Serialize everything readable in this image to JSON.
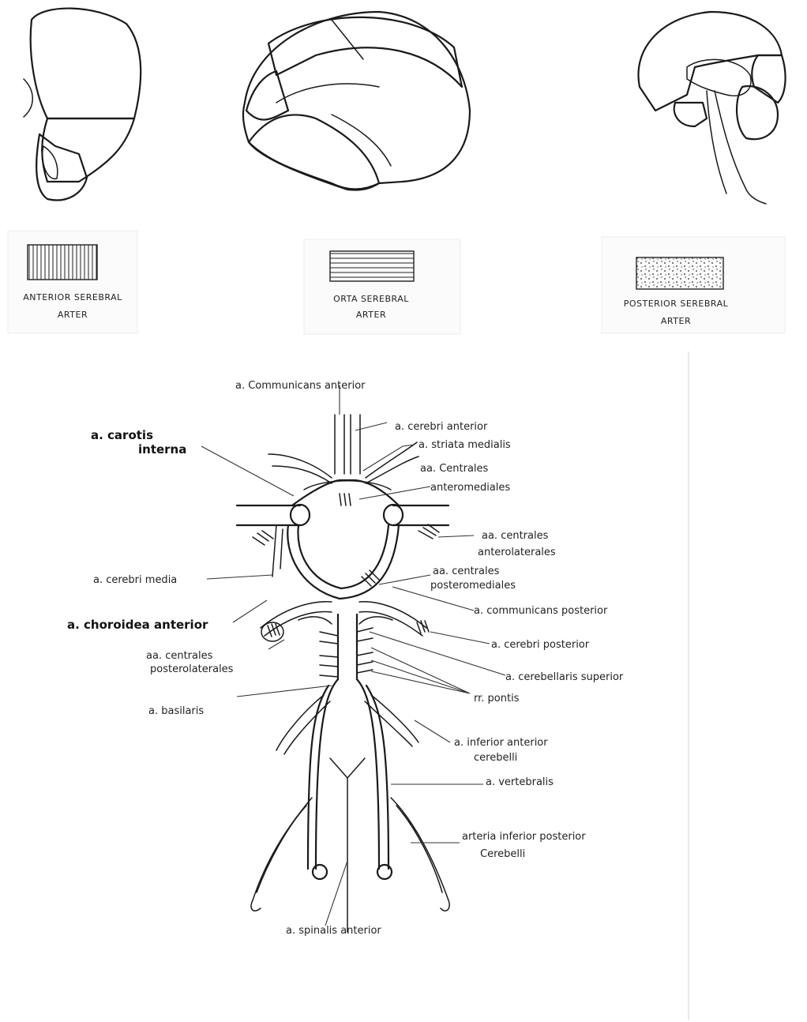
{
  "legend": {
    "anterior": [
      "ANTERIOR SEREBRAL",
      "ARTER"
    ],
    "middle": [
      "ORTA SEREBRAL",
      "ARTER"
    ],
    "posterior": [
      "POSTERIOR SEREBRAL",
      "ARTER"
    ]
  },
  "labels": {
    "communicans_anterior": "a. Communicans anterior",
    "carotis_interna_1": "a. carotis",
    "carotis_interna_2": "interna",
    "cerebri_anterior": "a. cerebri anterior",
    "striata_medialis": "a. striata medialis",
    "centrales_anteromediales_1": "aa. Centrales",
    "centrales_anteromediales_2": "anteromediales",
    "centrales_anterolaterales_1": "aa. centrales",
    "centrales_anterolaterales_2": "anterolaterales",
    "cerebri_media": "a. cerebri media",
    "centrales_posteromediales_1": "aa. centrales",
    "centrales_posteromediales_2": "posteromediales",
    "choroidea_anterior": "a. choroidea anterior",
    "communicans_posterior": "a. communicans posterior",
    "cerebri_posterior": "a. cerebri posterior",
    "centrales_posterolaterales_1": "aa. centrales",
    "centrales_posterolaterales_2": "posterolaterales",
    "cerebellaris_superior": "a. cerebellaris superior",
    "rr_pontis": "rr. pontis",
    "basilaris": "a. basilaris",
    "inferior_anterior_cerebelli_1": "a. inferior anterior",
    "inferior_anterior_cerebelli_2": "cerebelli",
    "vertebralis": "a. vertebralis",
    "inferior_posterior_cerebelli_1": "arteria inferior posterior",
    "inferior_posterior_cerebelli_2": "Cerebelli",
    "spinalis_anterior": "a. spinalis anterior"
  }
}
